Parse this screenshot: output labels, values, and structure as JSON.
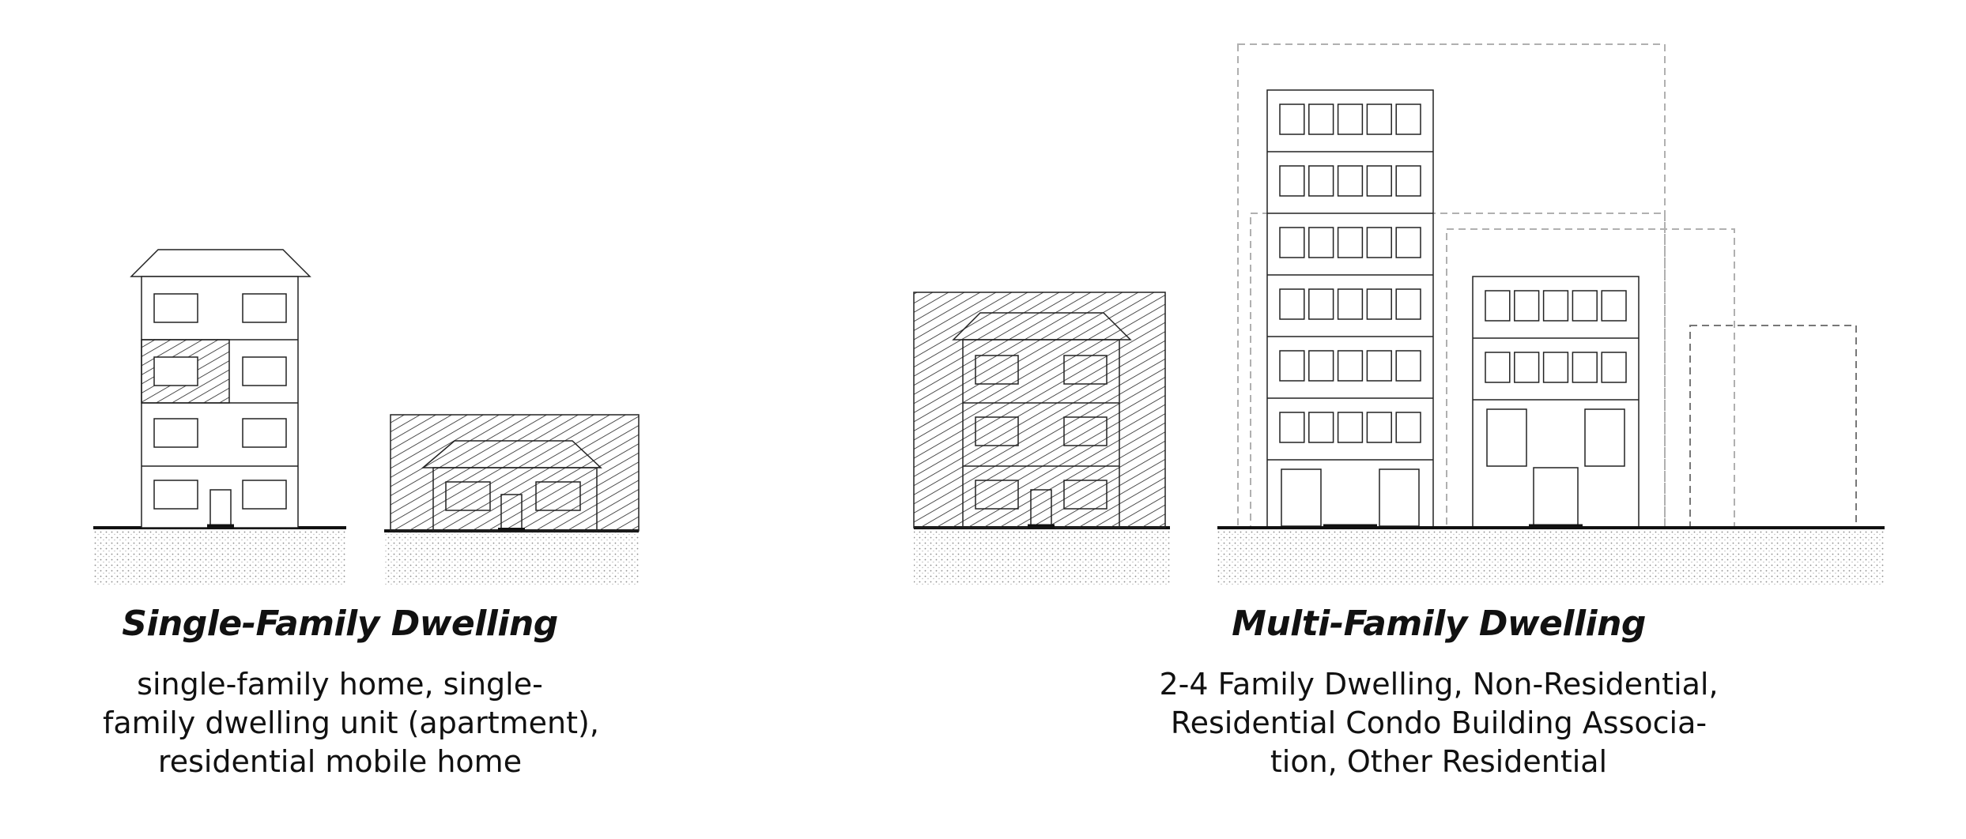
{
  "groups": {
    "single": {
      "title": "Single-Family Dwelling",
      "lines": [
        "single-family home, single-",
        "family dwelling unit (apartment),",
        "residential mobile home"
      ]
    },
    "multi": {
      "title": "Multi-Family Dwelling",
      "lines": [
        "2-4 Family Dwelling, Non-Residential,",
        "Residential Condo Building Associa-",
        "tion, Other Residential"
      ]
    }
  },
  "colors": {
    "line": "#1a1a1a",
    "dashed": "#b0b0b0",
    "ground": "#d8d8d8"
  }
}
